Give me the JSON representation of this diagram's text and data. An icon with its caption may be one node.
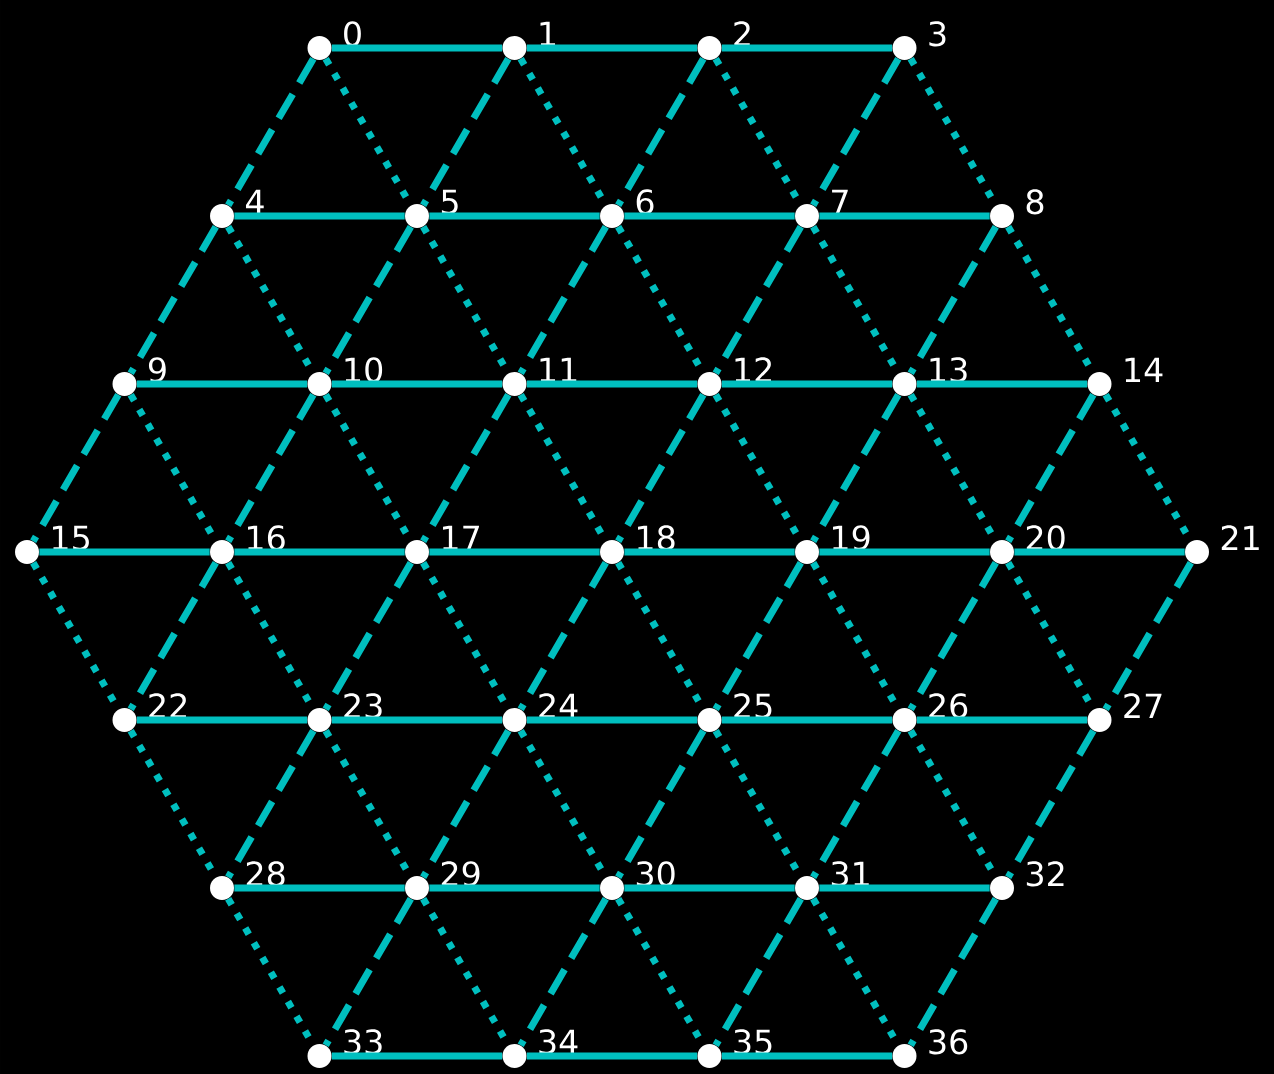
{
  "diagram": {
    "nodes": [
      {
        "text": [],
        "shape": "circle",
        "beside": [
          "0"
        ]
      },
      {
        "text": [],
        "shape": "circle",
        "beside": [
          "1"
        ]
      },
      {
        "text": [],
        "shape": "circle",
        "beside": [
          "2"
        ]
      },
      {
        "text": [],
        "shape": "circle",
        "beside": [
          "3"
        ]
      },
      {
        "text": [],
        "shape": "circle",
        "beside": [
          "4"
        ]
      },
      {
        "text": [],
        "shape": "circle",
        "beside": [
          "5"
        ]
      },
      {
        "text": [],
        "shape": "circle",
        "beside": [
          "6"
        ]
      },
      {
        "text": [],
        "shape": "circle",
        "beside": [
          "7"
        ]
      },
      {
        "text": [],
        "shape": "circle",
        "beside": [
          "8"
        ]
      },
      {
        "text": [],
        "shape": "circle",
        "beside": [
          "9"
        ]
      },
      {
        "text": [],
        "shape": "circle",
        "beside": [
          "10"
        ]
      },
      {
        "text": [],
        "shape": "circle",
        "beside": [
          "11"
        ]
      },
      {
        "text": [],
        "shape": "circle",
        "beside": [
          "12"
        ]
      },
      {
        "text": [],
        "shape": "circle",
        "beside": [
          "13"
        ]
      },
      {
        "text": [],
        "shape": "circle",
        "beside": [
          "14"
        ]
      },
      {
        "text": [],
        "shape": "circle",
        "beside": [
          "15"
        ]
      },
      {
        "text": [],
        "shape": "circle",
        "beside": [
          "16"
        ]
      },
      {
        "text": [],
        "shape": "circle",
        "beside": [
          "17"
        ]
      },
      {
        "text": [],
        "shape": "circle",
        "beside": [
          "18"
        ]
      },
      {
        "text": [],
        "shape": "circle",
        "beside": [
          "19"
        ]
      },
      {
        "text": [],
        "shape": "circle",
        "beside": [
          "20"
        ]
      },
      {
        "text": [],
        "shape": "circle",
        "beside": [
          "21"
        ]
      },
      {
        "text": [],
        "shape": "circle",
        "beside": [
          "22"
        ]
      },
      {
        "text": [],
        "shape": "circle",
        "beside": [
          "23"
        ]
      },
      {
        "text": [],
        "shape": "circle",
        "beside": [
          "24"
        ]
      },
      {
        "text": [],
        "shape": "circle",
        "beside": [
          "25"
        ]
      },
      {
        "text": [],
        "shape": "circle",
        "beside": [
          "26"
        ]
      },
      {
        "text": [],
        "shape": "circle",
        "beside": [
          "27"
        ]
      },
      {
        "text": [],
        "shape": "circle",
        "beside": [
          "28"
        ]
      },
      {
        "text": [],
        "shape": "circle",
        "beside": [
          "29"
        ]
      },
      {
        "text": [],
        "shape": "circle",
        "beside": [
          "30"
        ]
      },
      {
        "text": [],
        "shape": "circle",
        "beside": [
          "31"
        ]
      },
      {
        "text": [],
        "shape": "circle",
        "beside": [
          "32"
        ]
      },
      {
        "text": [],
        "shape": "circle",
        "beside": [
          "33"
        ]
      },
      {
        "text": [],
        "shape": "circle",
        "beside": [
          "34"
        ]
      },
      {
        "text": [],
        "shape": "circle",
        "beside": [
          "35"
        ]
      },
      {
        "text": [],
        "shape": "circle",
        "beside": [
          "36"
        ]
      }
    ],
    "edges": [
      {
        "from": 0,
        "to": 1,
        "arrow": "none"
      },
      {
        "from": 1,
        "to": 2,
        "arrow": "none"
      },
      {
        "from": 2,
        "to": 3,
        "arrow": "none"
      },
      {
        "from": 4,
        "to": 5,
        "arrow": "none"
      },
      {
        "from": 5,
        "to": 6,
        "arrow": "none"
      },
      {
        "from": 6,
        "to": 7,
        "arrow": "none"
      },
      {
        "from": 7,
        "to": 8,
        "arrow": "none"
      },
      {
        "from": 9,
        "to": 10,
        "arrow": "none"
      },
      {
        "from": 10,
        "to": 11,
        "arrow": "none"
      },
      {
        "from": 11,
        "to": 12,
        "arrow": "none"
      },
      {
        "from": 12,
        "to": 13,
        "arrow": "none"
      },
      {
        "from": 13,
        "to": 14,
        "arrow": "none"
      },
      {
        "from": 15,
        "to": 16,
        "arrow": "none"
      },
      {
        "from": 16,
        "to": 17,
        "arrow": "none"
      },
      {
        "from": 17,
        "to": 18,
        "arrow": "none"
      },
      {
        "from": 18,
        "to": 19,
        "arrow": "none"
      },
      {
        "from": 19,
        "to": 20,
        "arrow": "none"
      },
      {
        "from": 20,
        "to": 21,
        "arrow": "none"
      },
      {
        "from": 22,
        "to": 23,
        "arrow": "none"
      },
      {
        "from": 23,
        "to": 24,
        "arrow": "none"
      },
      {
        "from": 24,
        "to": 25,
        "arrow": "none"
      },
      {
        "from": 25,
        "to": 26,
        "arrow": "none"
      },
      {
        "from": 26,
        "to": 27,
        "arrow": "none"
      },
      {
        "from": 28,
        "to": 29,
        "arrow": "none"
      },
      {
        "from": 29,
        "to": 30,
        "arrow": "none"
      },
      {
        "from": 30,
        "to": 31,
        "arrow": "none"
      },
      {
        "from": 31,
        "to": 32,
        "arrow": "none"
      },
      {
        "from": 33,
        "to": 34,
        "arrow": "none"
      },
      {
        "from": 34,
        "to": 35,
        "arrow": "none"
      },
      {
        "from": 35,
        "to": 36,
        "arrow": "none"
      },
      {
        "from": 0,
        "to": 4,
        "arrow": "none",
        "style": "dashed"
      },
      {
        "from": 0,
        "to": 5,
        "arrow": "none",
        "style": "dashed"
      },
      {
        "from": 1,
        "to": 5,
        "arrow": "none",
        "style": "dashed"
      },
      {
        "from": 1,
        "to": 6,
        "arrow": "none",
        "style": "dashed"
      },
      {
        "from": 2,
        "to": 6,
        "arrow": "none",
        "style": "dashed"
      },
      {
        "from": 2,
        "to": 7,
        "arrow": "none",
        "style": "dashed"
      },
      {
        "from": 3,
        "to": 7,
        "arrow": "none",
        "style": "dashed"
      },
      {
        "from": 3,
        "to": 8,
        "arrow": "none",
        "style": "dashed"
      },
      {
        "from": 4,
        "to": 9,
        "arrow": "none",
        "style": "dashed"
      },
      {
        "from": 4,
        "to": 10,
        "arrow": "none",
        "style": "dashed"
      },
      {
        "from": 5,
        "to": 10,
        "arrow": "none",
        "style": "dashed"
      },
      {
        "from": 5,
        "to": 11,
        "arrow": "none",
        "style": "dashed"
      },
      {
        "from": 6,
        "to": 11,
        "arrow": "none",
        "style": "dashed"
      },
      {
        "from": 6,
        "to": 12,
        "arrow": "none",
        "style": "dashed"
      },
      {
        "from": 7,
        "to": 12,
        "arrow": "none",
        "style": "dashed"
      },
      {
        "from": 7,
        "to": 13,
        "arrow": "none",
        "style": "dashed"
      },
      {
        "from": 8,
        "to": 13,
        "arrow": "none",
        "style": "dashed"
      },
      {
        "from": 8,
        "to": 14,
        "arrow": "none",
        "style": "dashed"
      },
      {
        "from": 9,
        "to": 15,
        "arrow": "none",
        "style": "dashed"
      },
      {
        "from": 9,
        "to": 16,
        "arrow": "none",
        "style": "dashed"
      },
      {
        "from": 10,
        "to": 16,
        "arrow": "none",
        "style": "dashed"
      },
      {
        "from": 10,
        "to": 17,
        "arrow": "none",
        "style": "dashed"
      },
      {
        "from": 11,
        "to": 17,
        "arrow": "none",
        "style": "dashed"
      },
      {
        "from": 11,
        "to": 18,
        "arrow": "none",
        "style": "dashed"
      },
      {
        "from": 12,
        "to": 18,
        "arrow": "none",
        "style": "dashed"
      },
      {
        "from": 12,
        "to": 19,
        "arrow": "none",
        "style": "dashed"
      },
      {
        "from": 13,
        "to": 19,
        "arrow": "none",
        "style": "dashed"
      },
      {
        "from": 13,
        "to": 20,
        "arrow": "none",
        "style": "dashed"
      },
      {
        "from": 14,
        "to": 20,
        "arrow": "none",
        "style": "dashed"
      },
      {
        "from": 14,
        "to": 21,
        "arrow": "none",
        "style": "dashed"
      },
      {
        "from": 15,
        "to": 22,
        "arrow": "none",
        "style": "dashed"
      },
      {
        "from": 16,
        "to": 22,
        "arrow": "none",
        "style": "dashed"
      },
      {
        "from": 16,
        "to": 23,
        "arrow": "none",
        "style": "dashed"
      },
      {
        "from": 17,
        "to": 23,
        "arrow": "none",
        "style": "dashed"
      },
      {
        "from": 17,
        "to": 24,
        "arrow": "none",
        "style": "dashed"
      },
      {
        "from": 18,
        "to": 24,
        "arrow": "none",
        "style": "dashed"
      },
      {
        "from": 18,
        "to": 25,
        "arrow": "none",
        "style": "dashed"
      },
      {
        "from": 19,
        "to": 25,
        "arrow": "none",
        "style": "dashed"
      },
      {
        "from": 19,
        "to": 26,
        "arrow": "none",
        "style": "dashed"
      },
      {
        "from": 20,
        "to": 26,
        "arrow": "none",
        "style": "dashed"
      },
      {
        "from": 20,
        "to": 27,
        "arrow": "none",
        "style": "dashed"
      },
      {
        "from": 21,
        "to": 27,
        "arrow": "none",
        "style": "dashed"
      },
      {
        "from": 22,
        "to": 28,
        "arrow": "none",
        "style": "dashed"
      },
      {
        "from": 23,
        "to": 28,
        "arrow": "none",
        "style": "dashed"
      },
      {
        "from": 23,
        "to": 29,
        "arrow": "none",
        "style": "dashed"
      },
      {
        "from": 24,
        "to": 29,
        "arrow": "none",
        "style": "dashed"
      },
      {
        "from": 24,
        "to": 30,
        "arrow": "none",
        "style": "dashed"
      },
      {
        "from": 25,
        "to": 30,
        "arrow": "none",
        "style": "dashed"
      },
      {
        "from": 25,
        "to": 31,
        "arrow": "none",
        "style": "dashed"
      },
      {
        "from": 26,
        "to": 31,
        "arrow": "none",
        "style": "dashed"
      },
      {
        "from": 26,
        "to": 32,
        "arrow": "none",
        "style": "dashed"
      },
      {
        "from": 27,
        "to": 32,
        "arrow": "none",
        "style": "dashed"
      },
      {
        "from": 28,
        "to": 33,
        "arrow": "none",
        "style": "dashed"
      },
      {
        "from": 29,
        "to": 33,
        "arrow": "none",
        "style": "dashed"
      },
      {
        "from": 29,
        "to": 34,
        "arrow": "none",
        "style": "dashed"
      },
      {
        "from": 30,
        "to": 34,
        "arrow": "none",
        "style": "dashed"
      },
      {
        "from": 30,
        "to": 35,
        "arrow": "none",
        "style": "dashed"
      },
      {
        "from": 31,
        "to": 35,
        "arrow": "none",
        "style": "dashed"
      },
      {
        "from": 31,
        "to": 36,
        "arrow": "none",
        "style": "dashed"
      },
      {
        "from": 32,
        "to": 36,
        "arrow": "none",
        "style": "dashed"
      }
    ]
  }
}
